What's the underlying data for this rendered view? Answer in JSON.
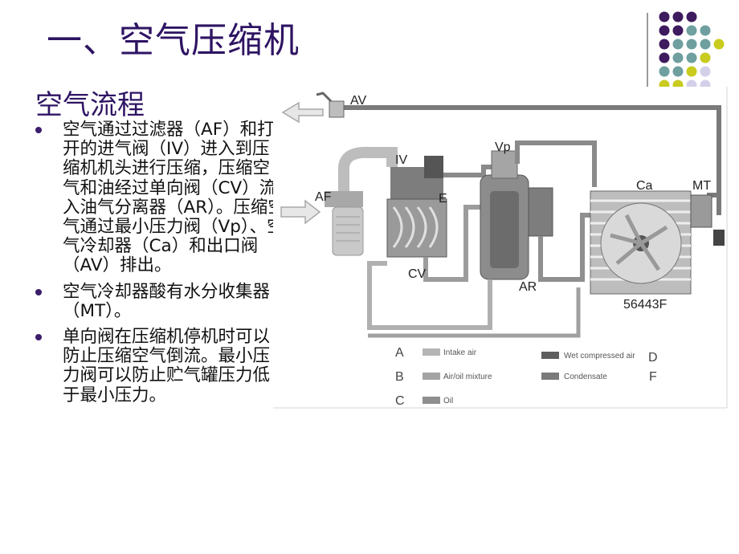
{
  "slide": {
    "title": "一、空气压缩机",
    "subtitle": "空气流程"
  },
  "bullets": [
    {
      "text": "空气通过过滤器（AF）和打开的进气阀（IV）进入到压缩机机头进行压缩，压缩空气和油经过单向阀（CV）流入油气分离器（AR）。压缩空气通过最小压力阀（Vp）、空气冷却器（Ca）和出口阀（AV）排出。"
    },
    {
      "text": "空气冷却器酸有水分收集器（MT）。"
    },
    {
      "text": "单向阀在压缩机停机时可以防止压缩空气倒流。最小压力阀可以防止贮气罐压力低于最小压力。"
    }
  ],
  "diagram": {
    "labels": {
      "av": "AV",
      "iv": "IV",
      "vp": "Vp",
      "af": "AF",
      "e": "E",
      "ca": "Ca",
      "mt": "MT",
      "cv": "CV",
      "ar": "AR",
      "code": "56443F"
    },
    "legend": [
      {
        "letter": "A",
        "text": "Intake air",
        "color": "#b5b5b5"
      },
      {
        "letter": "B",
        "text": "Air/oil mixture",
        "color": "#a3a3a3"
      },
      {
        "letter": "C",
        "text": "Oil",
        "color": "#8f8f8f"
      },
      {
        "letter": "D",
        "text": "Wet compressed air",
        "color": "#5e5e5e"
      },
      {
        "letter": "F",
        "text": "Condensate",
        "color": "#7a7a7a"
      }
    ]
  },
  "colors": {
    "title": "#2e1463",
    "bullet": "#3b1d6b",
    "dot_purple": "#3e1a5e",
    "dot_teal": "#6f9f9f",
    "dot_lime": "#c9cb1e",
    "dot_lavender": "#d4d0ea"
  }
}
